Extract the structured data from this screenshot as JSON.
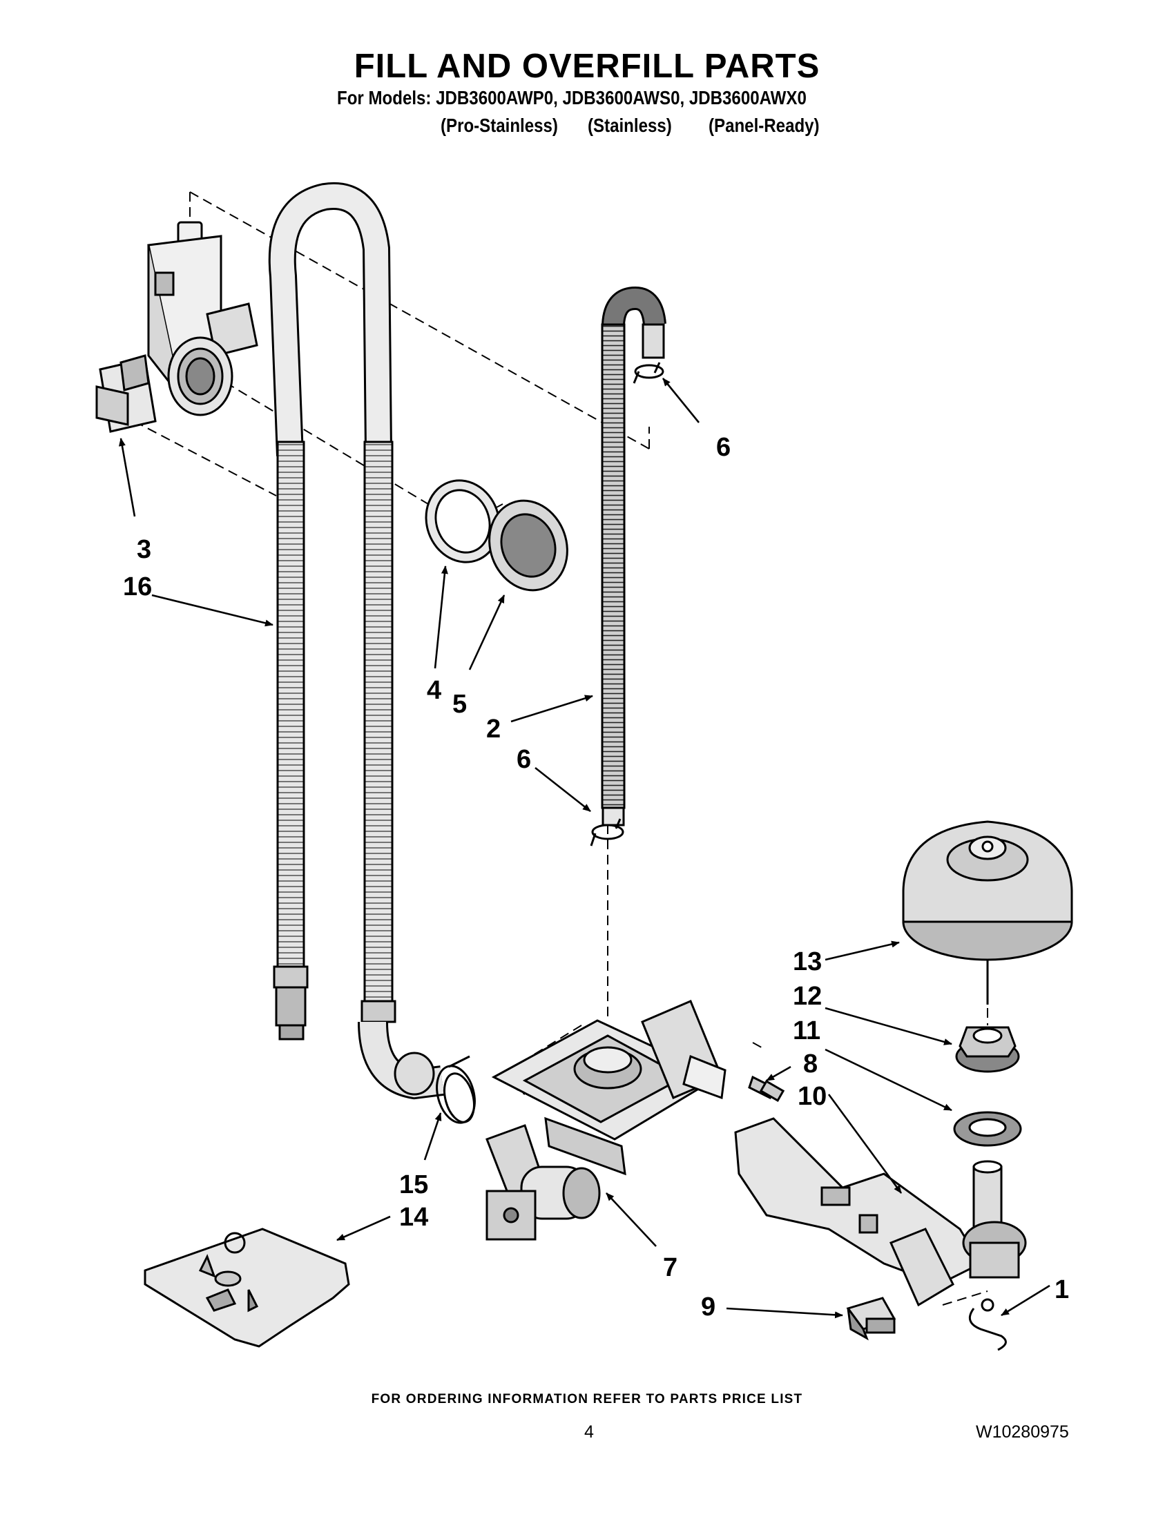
{
  "header": {
    "title": "FILL AND OVERFILL PARTS",
    "models_line": "For Models: JDB3600AWP0, JDB3600AWS0, JDB3600AWX0",
    "variants": [
      "(Pro-Stainless)",
      "(Stainless)",
      "(Panel-Ready)"
    ]
  },
  "callouts": [
    "6",
    "3",
    "16",
    "4",
    "5",
    "2",
    "6",
    "13",
    "12",
    "11",
    "8",
    "10",
    "15",
    "14",
    "7",
    "9",
    "1"
  ],
  "footer": {
    "ordering_note": "FOR ORDERING INFORMATION REFER TO PARTS PRICE LIST",
    "page_number": "4",
    "document_number": "W10280975"
  }
}
